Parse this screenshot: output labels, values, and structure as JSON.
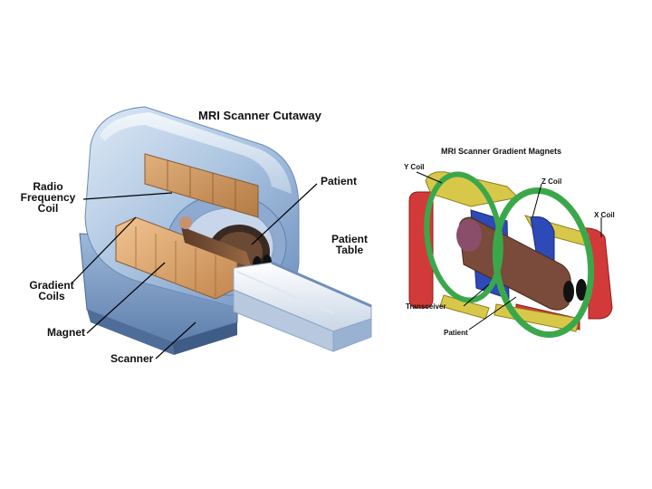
{
  "left_diagram": {
    "title": "MRI Scanner Cutaway",
    "labels": {
      "rf_coil": "Radio\nFrequency\nCoil",
      "patient": "Patient",
      "patient_table": "Patient\nTable",
      "gradient_coils": "Gradient\nCoils",
      "magnet": "Magnet",
      "scanner": "Scanner"
    }
  },
  "right_diagram": {
    "title": "MRI Scanner Gradient Magnets",
    "labels": {
      "y_coil": "Y Coil",
      "z_coil": "Z Coil",
      "x_coil": "X Coil",
      "transceiver": "Transceiver",
      "patient": "Patient"
    }
  },
  "colors": {
    "housing": "#a9c3e0",
    "housing_dark": "#7d9cc4",
    "copper": "#d9a070",
    "y_coil": "#d8c84a",
    "z_coil": "#3aa84a",
    "x_coil": "#d23a3a",
    "transceiver": "#2e49b8"
  }
}
